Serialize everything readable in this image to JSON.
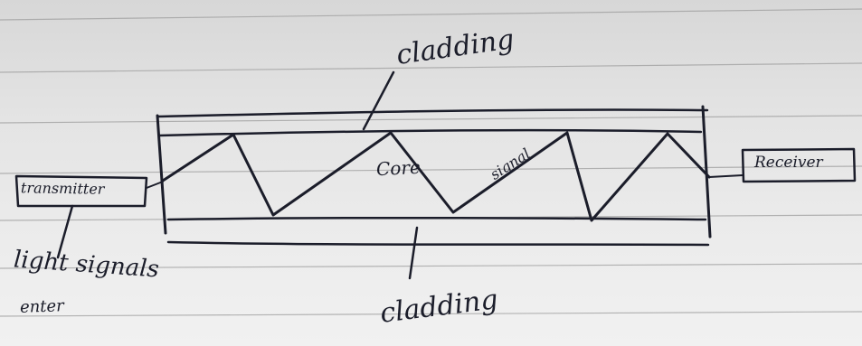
{
  "labels": {
    "cladding_top": "cladding",
    "cladding_bottom": "cladding",
    "core": "Core",
    "signal": "signal",
    "transmitter": "transmitter",
    "receiver": "Receiver",
    "light_signals_line1": "light signals",
    "light_signals_line2": "enter"
  },
  "colors": {
    "ink": "#1b1d2a",
    "paper": "#e4e4e4",
    "ruled_line": "#9e9e9e"
  }
}
